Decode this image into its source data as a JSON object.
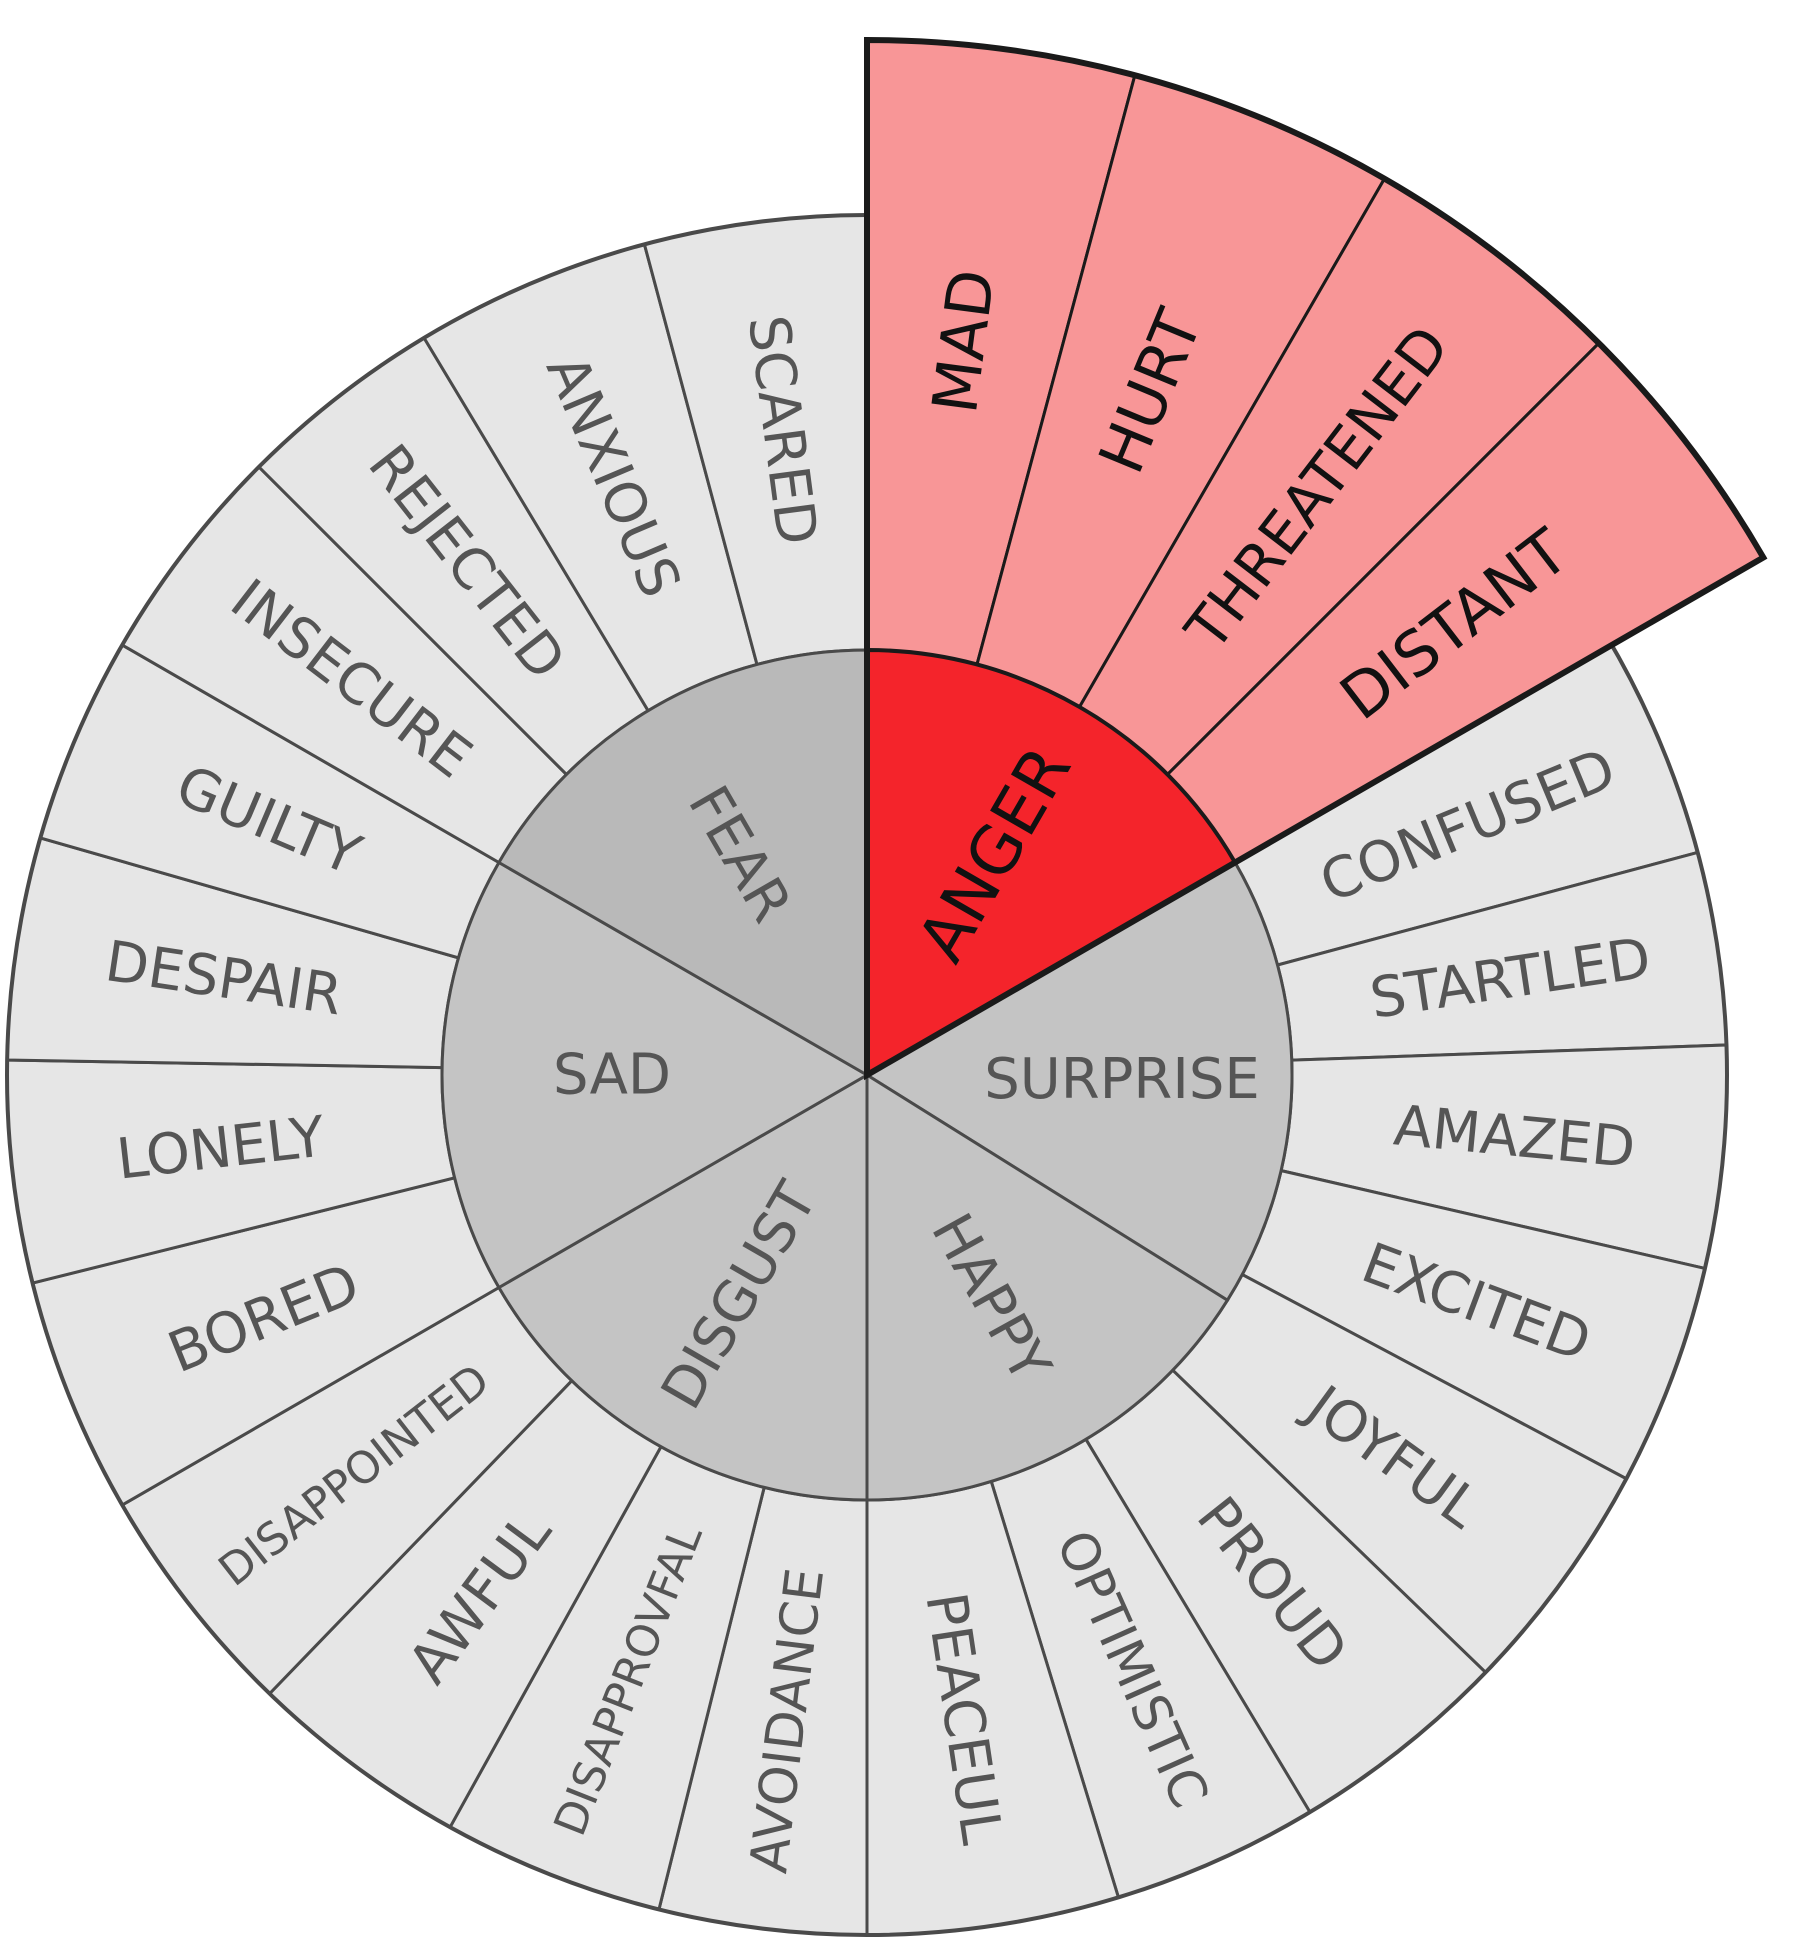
{
  "palette": {
    "outer_fill": "#e6e6e6",
    "inner_fill": "#c4c4c4",
    "inner_fill_top": "#b9b9b9",
    "highlight_inner": "#f4242b",
    "highlight_outer": "#f89697",
    "stroke": "#4a4a4a",
    "text": "#555555",
    "highlight_text": "#111111"
  },
  "wheel": {
    "highlighted": "ANGER",
    "core": [
      {
        "name": "ANGER",
        "start": 0,
        "end": 60,
        "highlighted": true
      },
      {
        "name": "SURPRISE",
        "start": 60,
        "end": 122
      },
      {
        "name": "HAPPY",
        "start": 122,
        "end": 180
      },
      {
        "name": "DISGUST",
        "start": 180,
        "end": 240
      },
      {
        "name": "SAD",
        "start": 240,
        "end": 300
      },
      {
        "name": "FEAR",
        "start": 300,
        "end": 360
      }
    ],
    "outer": [
      {
        "label": "MAD",
        "start": 0,
        "end": 15,
        "highlighted": true
      },
      {
        "label": "HURT",
        "start": 15,
        "end": 30,
        "highlighted": true
      },
      {
        "label": "THREATENED",
        "start": 30,
        "end": 45,
        "highlighted": true
      },
      {
        "label": "DISTANT",
        "start": 45,
        "end": 60,
        "highlighted": true
      },
      {
        "label": "CONFUSED",
        "start": 60,
        "end": 75
      },
      {
        "label": "STARTLED",
        "start": 75,
        "end": 88
      },
      {
        "label": "AMAZED",
        "start": 88,
        "end": 103
      },
      {
        "label": "EXCITED",
        "start": 103,
        "end": 118
      },
      {
        "label": "JOYFUL",
        "start": 118,
        "end": 134
      },
      {
        "label": "PROUD",
        "start": 134,
        "end": 149
      },
      {
        "label": "OPTIMISTIC",
        "start": 149,
        "end": 163
      },
      {
        "label": "PEACEUL",
        "start": 163,
        "end": 180
      },
      {
        "label": "AVOIDANCE",
        "start": 180,
        "end": 194
      },
      {
        "label": "DISAPPROVFAL",
        "start": 194,
        "end": 209
      },
      {
        "label": "AWFUL",
        "start": 209,
        "end": 224
      },
      {
        "label": "DISAPPOINTED",
        "start": 224,
        "end": 240
      },
      {
        "label": "BORED",
        "start": 240,
        "end": 256
      },
      {
        "label": "LONELY",
        "start": 256,
        "end": 271
      },
      {
        "label": "DESPAIR",
        "start": 271,
        "end": 286
      },
      {
        "label": "GUILTY",
        "start": 286,
        "end": 300
      },
      {
        "label": "INSECURE",
        "start": 300,
        "end": 315
      },
      {
        "label": "REJECTED",
        "start": 315,
        "end": 329
      },
      {
        "label": "ANXIOUS",
        "start": 329,
        "end": 345
      },
      {
        "label": "SCARED",
        "start": 345,
        "end": 360
      }
    ]
  }
}
